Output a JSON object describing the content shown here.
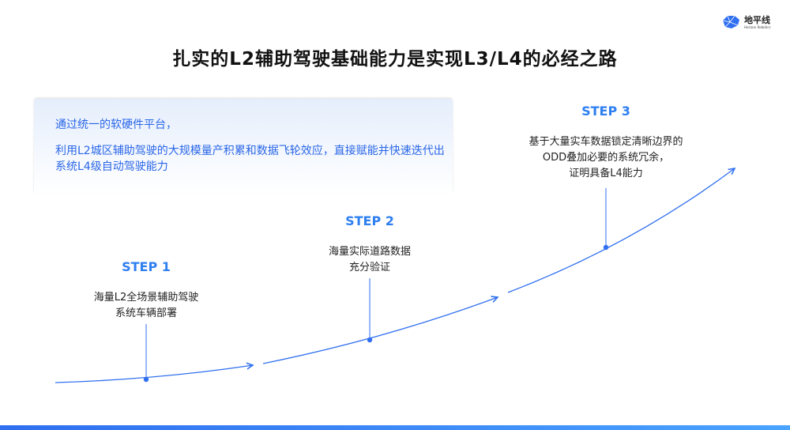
{
  "header": {
    "title": "扎实的L2辅助驾驶基础能力是实现L3/L4的必经之路"
  },
  "logo": {
    "cn": "地平线",
    "en": "Horizon Robotics"
  },
  "intro": {
    "line1": "通过统一的软硬件平台，",
    "line2": "利用L2城区辅助驾驶的大规模量产积累和数据飞轮效应，直接赋能并快速迭代出系统L4级自动驾驶能力"
  },
  "steps": [
    {
      "label": "STEP 1",
      "lines": [
        "海量L2全场景辅助驾驶",
        "系统车辆部署"
      ]
    },
    {
      "label": "STEP 2",
      "lines": [
        "海量实际道路数据",
        "充分验证"
      ]
    },
    {
      "label": "STEP 3",
      "lines": [
        "基于大量实车数据锁定清晰边界的",
        "ODD叠加必要的系统冗余，",
        "证明具备L4能力"
      ]
    }
  ],
  "colors": {
    "accent": "#2e7ff0",
    "curve": "#2f6ff0"
  }
}
